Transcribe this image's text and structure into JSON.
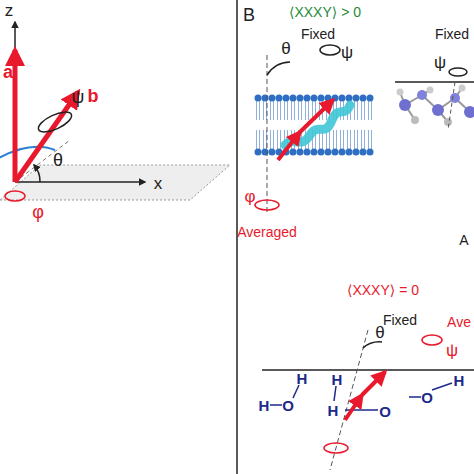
{
  "diagram": {
    "labels": [
      "z",
      "a",
      "ψ",
      "b",
      "θ",
      "x",
      "φ",
      "B",
      "⟨XXXY⟩ > 0",
      "Fixed",
      "θ",
      "ψ",
      "Averaged",
      "φ",
      "Fixed",
      "ψ",
      "A",
      "⟨XXXY⟩ = 0",
      "Fixed",
      "θ",
      "Ave",
      "ψ",
      "H",
      "O",
      "H",
      "H",
      "H",
      "O",
      "O",
      "H"
    ]
  }
}
